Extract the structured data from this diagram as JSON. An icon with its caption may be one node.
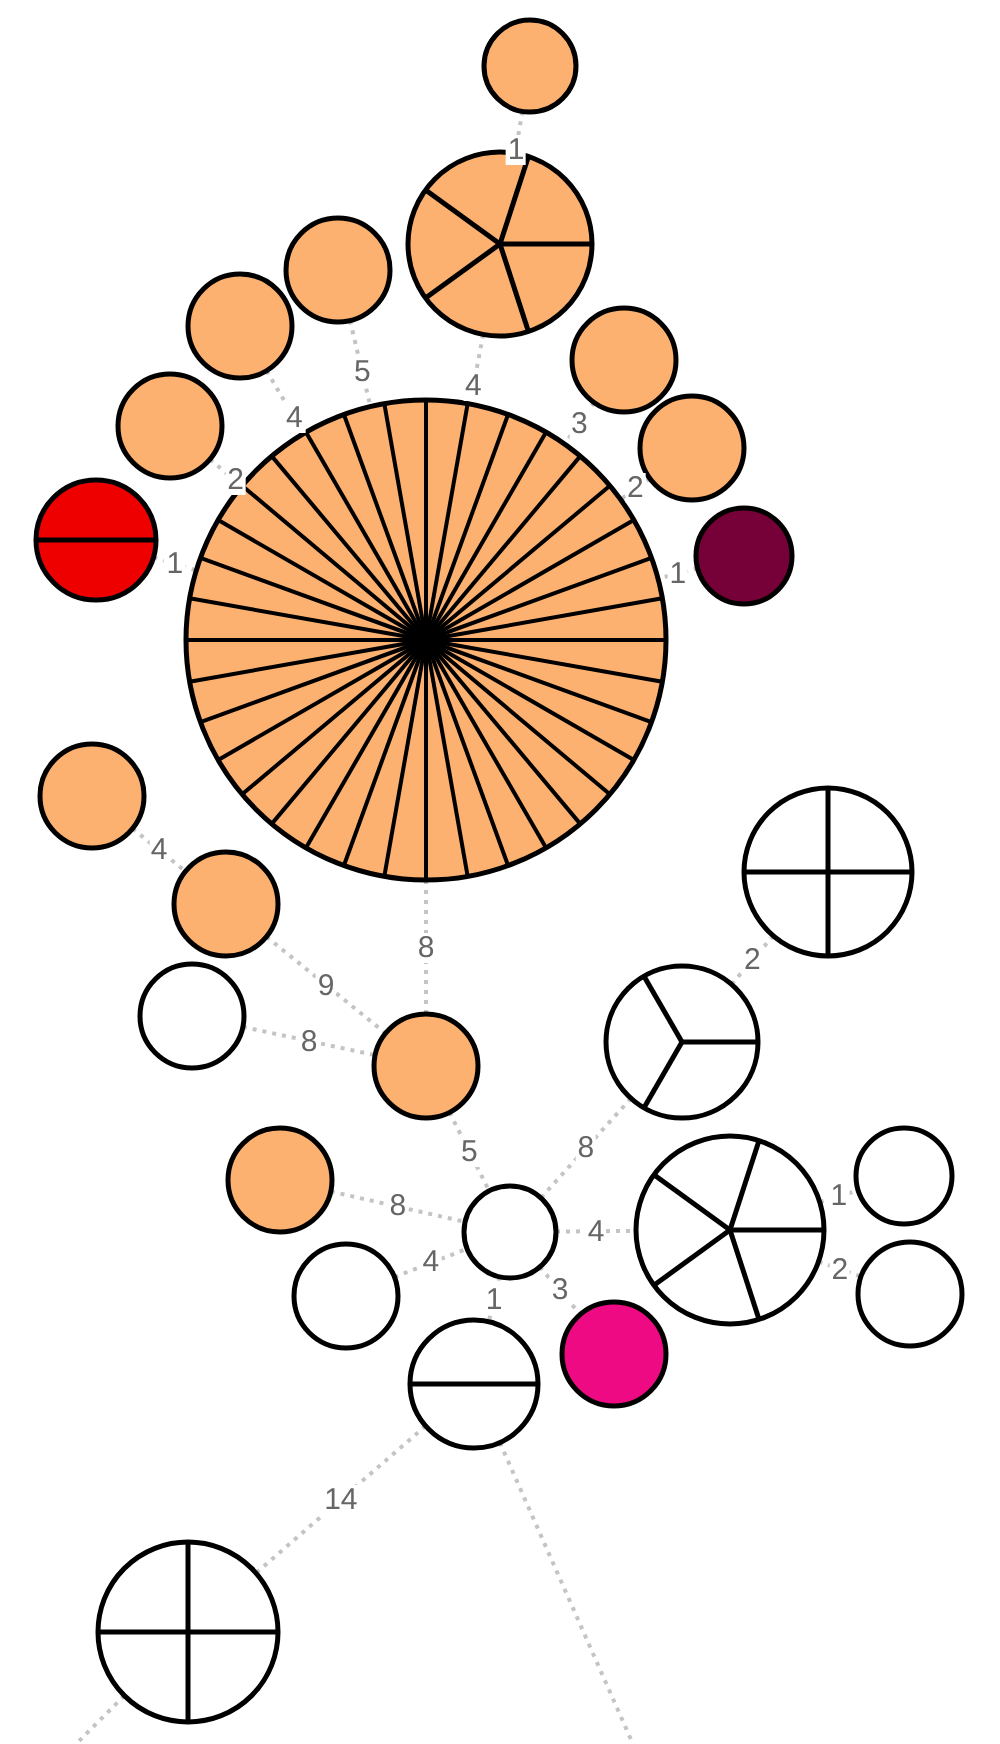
{
  "diagram": {
    "nodes": [
      {
        "text": [],
        "shape": "circle"
      },
      {
        "text": [],
        "shape": "circle"
      },
      {
        "text": [],
        "shape": "circle"
      },
      {
        "text": [],
        "shape": "circle"
      },
      {
        "text": [],
        "shape": "circle"
      },
      {
        "text": [],
        "shape": "circle"
      },
      {
        "text": [],
        "shape": "circle"
      },
      {
        "text": [],
        "shape": "circle"
      },
      {
        "text": [],
        "shape": "circle"
      },
      {
        "text": [],
        "shape": "circle"
      },
      {
        "text": [],
        "shape": "circle"
      },
      {
        "text": [],
        "shape": "circle"
      },
      {
        "text": [],
        "shape": "circle"
      },
      {
        "text": [],
        "shape": "circle"
      },
      {
        "text": [],
        "shape": "circle"
      },
      {
        "text": [],
        "shape": "circle"
      },
      {
        "text": [],
        "shape": "circle"
      },
      {
        "text": [],
        "shape": "circle"
      },
      {
        "text": [],
        "shape": "circle"
      },
      {
        "text": [],
        "shape": "circle"
      },
      {
        "text": [],
        "shape": "circle"
      },
      {
        "text": [],
        "shape": "circle"
      },
      {
        "text": [],
        "shape": "circle"
      },
      {
        "text": [],
        "shape": "circle"
      },
      {
        "text": [],
        "shape": "circle"
      }
    ],
    "edges": [
      {
        "from": 0,
        "to": 1,
        "arrow": "none",
        "label": "1"
      },
      {
        "from": 1,
        "to": 6,
        "arrow": "none",
        "label": "4"
      },
      {
        "from": 2,
        "to": 6,
        "arrow": "none",
        "label": "5"
      },
      {
        "from": 3,
        "to": 6,
        "arrow": "none",
        "label": "4"
      },
      {
        "from": 4,
        "to": 6,
        "arrow": "none",
        "label": "2"
      },
      {
        "from": 5,
        "to": 6,
        "arrow": "none",
        "label": "1"
      },
      {
        "from": 7,
        "to": 6,
        "arrow": "none",
        "label": "3"
      },
      {
        "from": 8,
        "to": 6,
        "arrow": "none",
        "label": "2"
      },
      {
        "from": 9,
        "to": 6,
        "arrow": "none",
        "label": "1"
      },
      {
        "from": 6,
        "to": 13,
        "arrow": "none",
        "label": "8"
      },
      {
        "from": 10,
        "to": 11,
        "arrow": "none",
        "label": "4"
      },
      {
        "from": 11,
        "to": 13,
        "arrow": "none",
        "label": "9"
      },
      {
        "from": 12,
        "to": 13,
        "arrow": "none",
        "label": "8"
      },
      {
        "from": 14,
        "to": 15,
        "arrow": "none",
        "label": "2"
      },
      {
        "from": 13,
        "to": 17,
        "arrow": "none",
        "label": "5"
      },
      {
        "from": 15,
        "to": 17,
        "arrow": "none",
        "label": "8"
      },
      {
        "from": 16,
        "to": 17,
        "arrow": "none",
        "label": "8"
      },
      {
        "from": 18,
        "to": 17,
        "arrow": "none",
        "label": "4"
      },
      {
        "from": 17,
        "to": 19,
        "arrow": "none",
        "label": "4"
      },
      {
        "from": 19,
        "to": 20,
        "arrow": "none",
        "label": "1"
      },
      {
        "from": 19,
        "to": 21,
        "arrow": "none",
        "label": "2"
      },
      {
        "from": 17,
        "to": 22,
        "arrow": "none",
        "label": "1"
      },
      {
        "from": 17,
        "to": 23,
        "arrow": "none",
        "label": "3"
      },
      {
        "from": 22,
        "to": 24,
        "arrow": "none",
        "label": "14"
      },
      {
        "from": 24,
        "to": null,
        "arrow": "none"
      },
      {
        "from": 22,
        "to": null,
        "arrow": "none"
      }
    ]
  }
}
